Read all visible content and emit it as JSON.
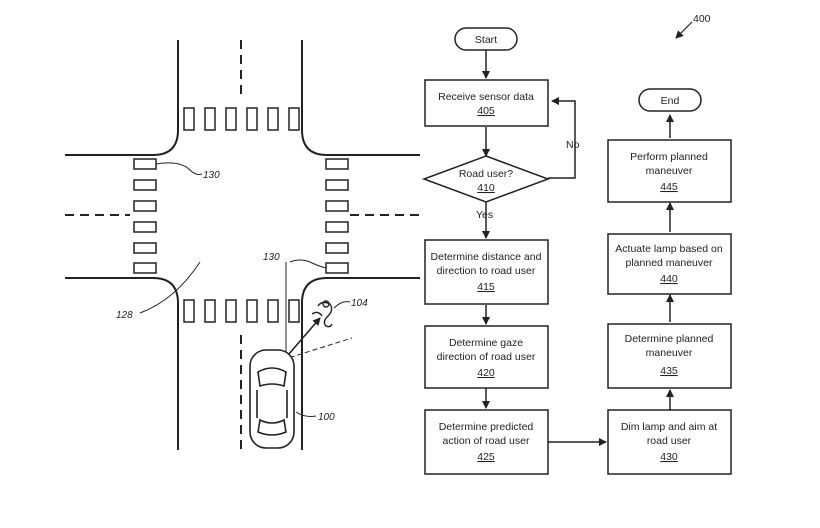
{
  "figure_ref": "400",
  "intersection": {
    "crosswalk_ref_top": "130",
    "crosswalk_ref_bottom": "130",
    "curb_ref": "128",
    "pedestrian_ref": "104",
    "vehicle_ref": "100"
  },
  "flowchart": {
    "start": "Start",
    "end": "End",
    "steps": [
      {
        "id": "receive",
        "lines": [
          "Receive sensor data"
        ],
        "num": "405"
      },
      {
        "id": "decision",
        "lines": [
          "Road user?"
        ],
        "num": "410"
      },
      {
        "id": "distance",
        "lines": [
          "Determine distance and",
          "direction to road user"
        ],
        "num": "415"
      },
      {
        "id": "gaze",
        "lines": [
          "Determine gaze",
          "direction of road user"
        ],
        "num": "420"
      },
      {
        "id": "predict",
        "lines": [
          "Determine predicted",
          "action of road user"
        ],
        "num": "425"
      },
      {
        "id": "dim",
        "lines": [
          "Dim lamp and aim at",
          "road user"
        ],
        "num": "430"
      },
      {
        "id": "plan",
        "lines": [
          "Determine planned",
          "maneuver"
        ],
        "num": "435"
      },
      {
        "id": "actuate",
        "lines": [
          "Actuate lamp based on",
          "planned maneuver"
        ],
        "num": "440"
      },
      {
        "id": "perform",
        "lines": [
          "Perform planned",
          "maneuver"
        ],
        "num": "445"
      }
    ],
    "yes_label": "Yes",
    "no_label": "No"
  }
}
